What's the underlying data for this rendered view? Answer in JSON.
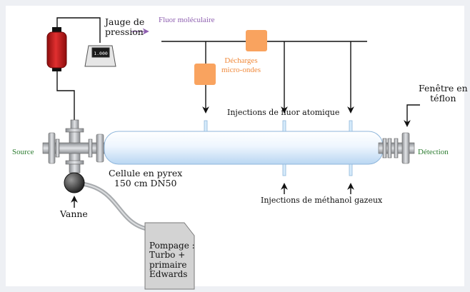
{
  "labels": {
    "gauge": "Jauge de\npression",
    "gauge_display": "1.000",
    "fluor_moleculaire": "Fluor moléculaire",
    "decharges": "Décharges\nmicro-ondes",
    "injections_fluor": "Injections de   fluor atomique",
    "fenetre": "Fenêtre en\ntéflon",
    "source": "Source",
    "detection": "Détection",
    "cellule": "Cellule en pyrex\n150 cm DN50",
    "injections_methanol": "Injections de méthanol gazeux",
    "vanne": "Vanne",
    "pompage": "Pompage :\nTurbo +\nprimaire\nEdwards"
  },
  "colors": {
    "red_canister": "#d42020",
    "orange_discharge": "#f9a35f",
    "green_text": "#2e7d32",
    "purple_text": "#8e5fb0",
    "tube_fill": "#dcecfb"
  }
}
